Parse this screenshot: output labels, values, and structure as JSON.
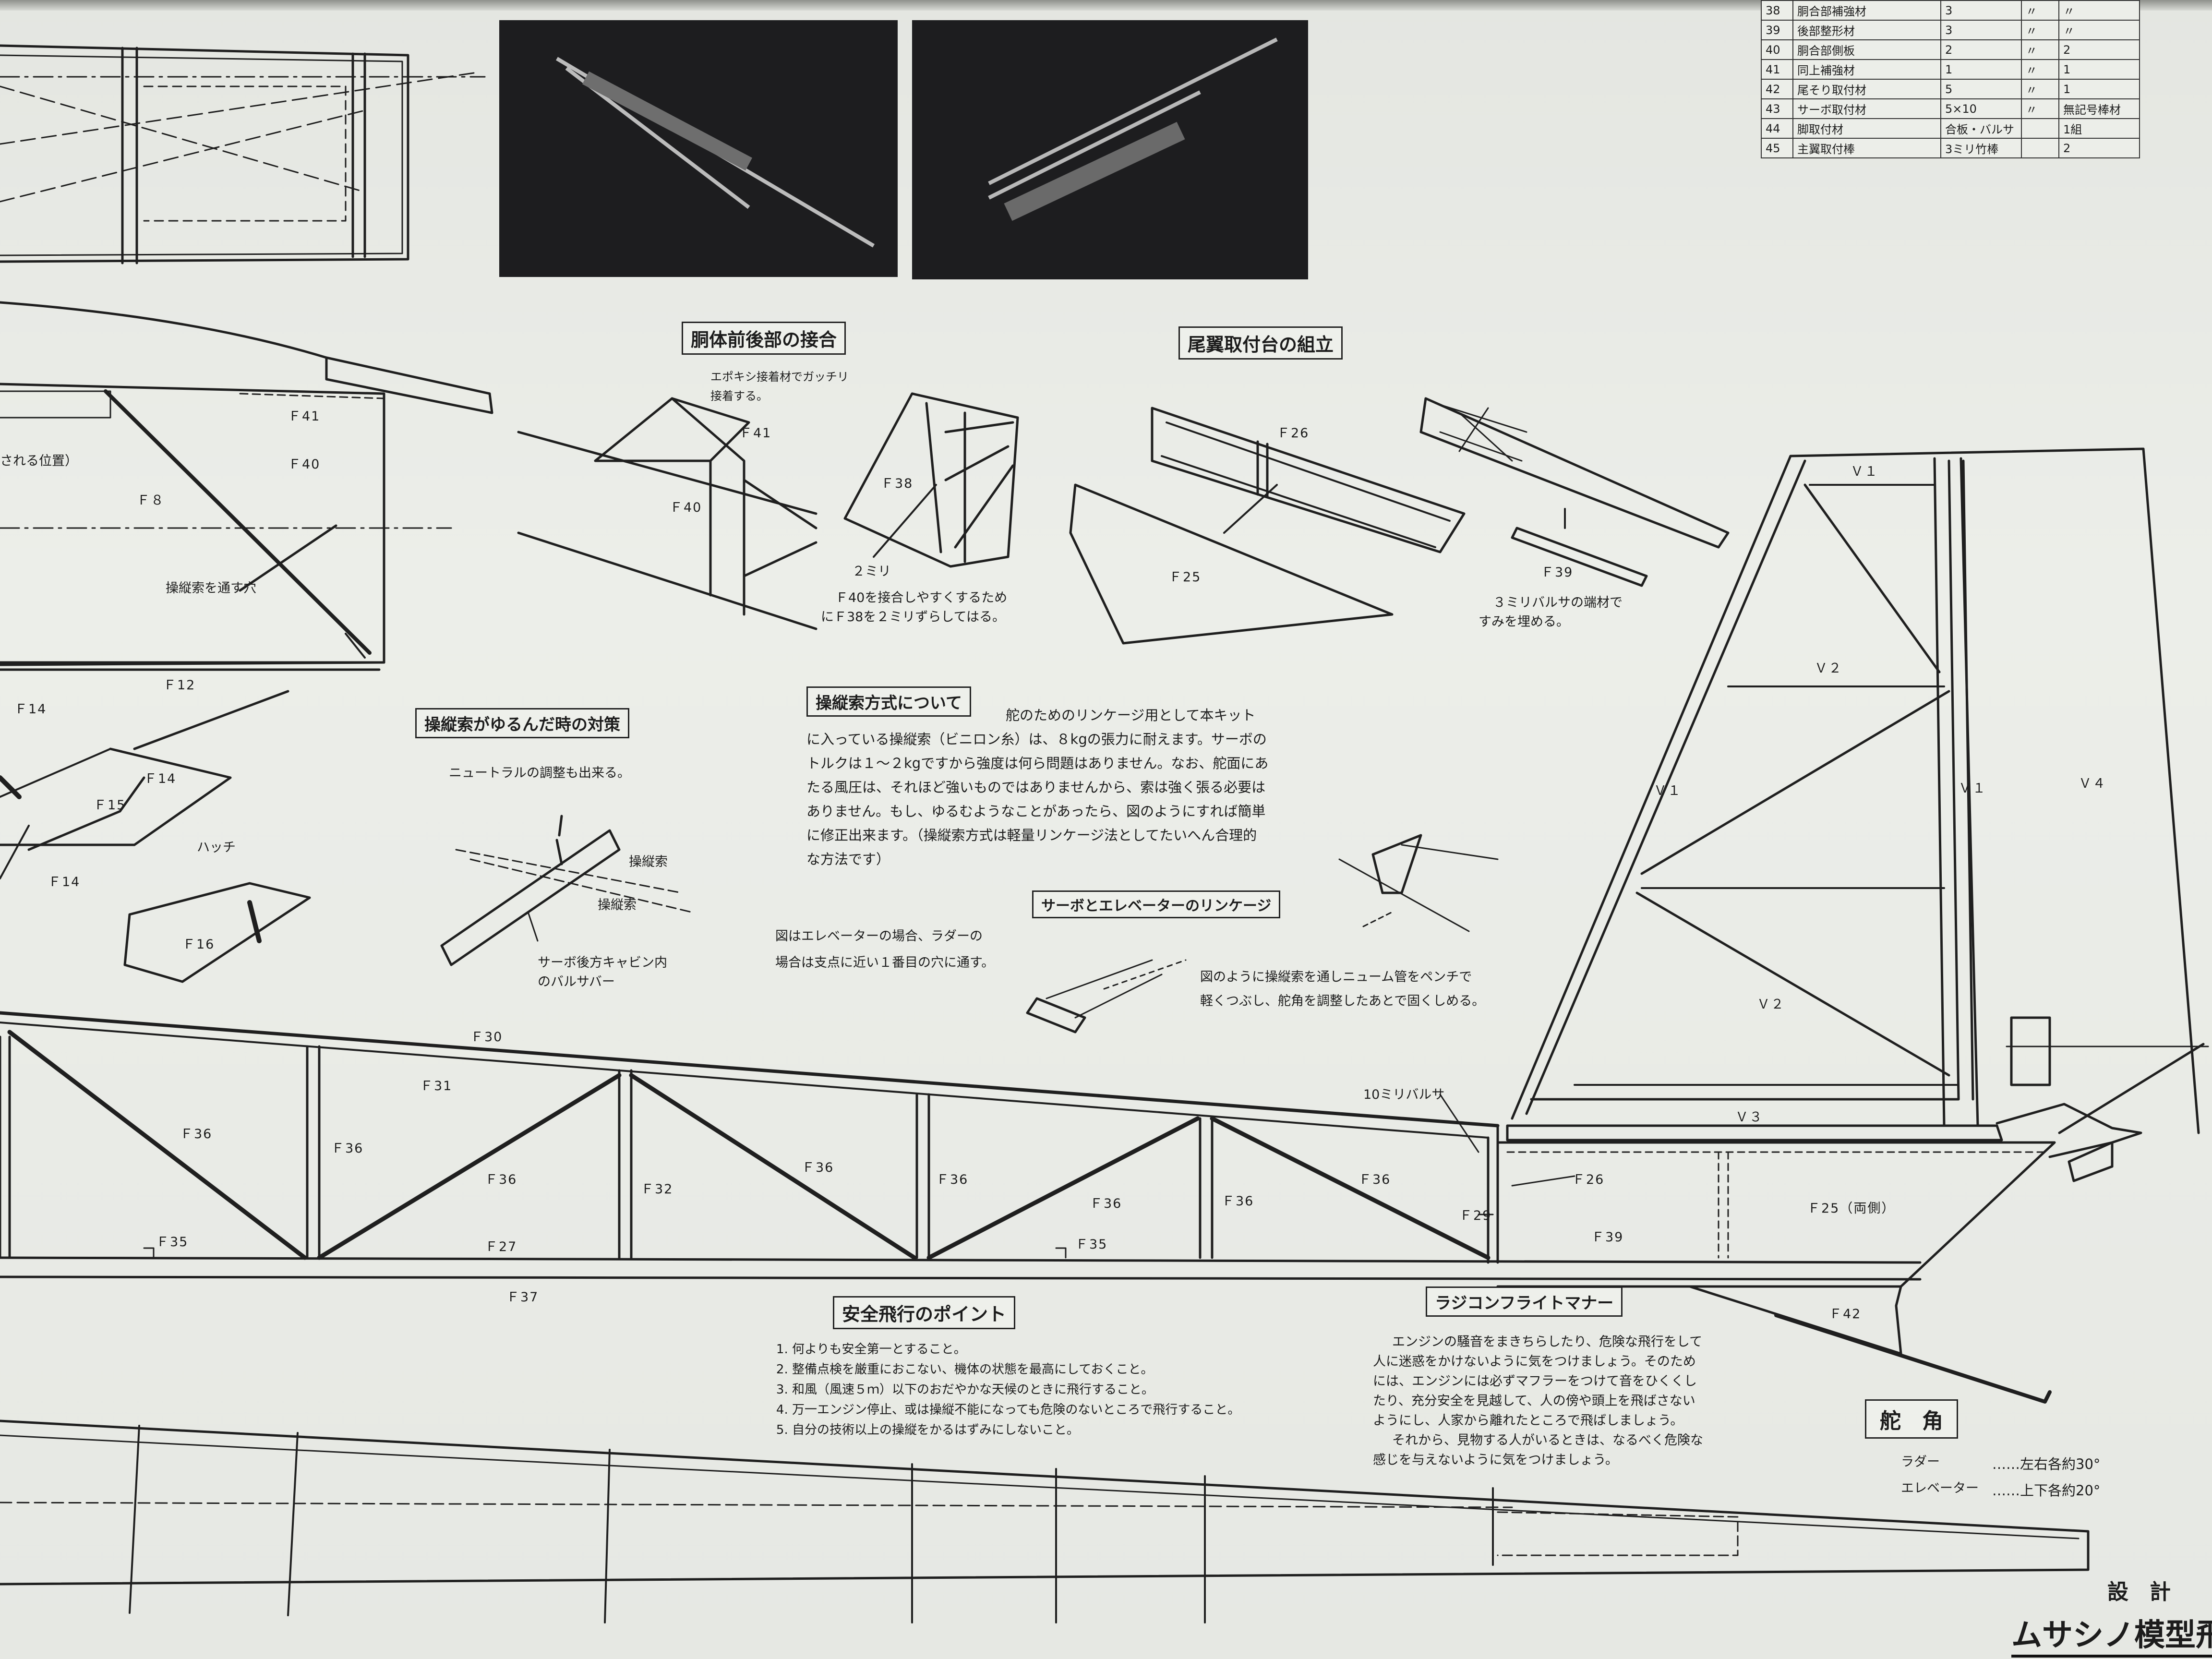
{
  "colors": {
    "paper": "#eceee9",
    "ink": "#1c1c1c",
    "photo_bg": "#1d1d1f"
  },
  "parts_table": [
    {
      "no": "38",
      "name": "胴合部補強材",
      "qty": "3",
      "unit": "〃",
      "count": "〃"
    },
    {
      "no": "39",
      "name": "後部整形材",
      "qty": "3",
      "unit": "〃",
      "count": "〃"
    },
    {
      "no": "40",
      "name": "胴合部側板",
      "qty": "2",
      "unit": "〃",
      "count": "2"
    },
    {
      "no": "41",
      "name": "同上補強材",
      "qty": "1",
      "unit": "〃",
      "count": "1"
    },
    {
      "no": "42",
      "name": "尾そり取付材",
      "qty": "5",
      "unit": "〃",
      "count": "1"
    },
    {
      "no": "43",
      "name": "サーボ取付材",
      "qty": "5×10",
      "unit": "〃",
      "count": "無記号棒材"
    },
    {
      "no": "44",
      "name": "脚取付材",
      "qty": "合板・バルサ",
      "unit": "",
      "count": "1組"
    },
    {
      "no": "45",
      "name": "主翼取付棒",
      "qty": "3ミリ竹棒",
      "unit": "",
      "count": "2"
    }
  ],
  "headings": {
    "joint": "胴体前後部の接合",
    "tail_mount": "尾翼取付台の組立",
    "slack": "操縦索がゆるんだ時の対策",
    "cable_system": "操縦索方式について",
    "servo_linkage": "サーボとエレベーターのリンケージ",
    "safety": "安全飛行のポイント",
    "manners": "ラジコンフライトマナー",
    "control_angle": "舵　角"
  },
  "notes": {
    "epoxy": [
      "エポキシ接着材でガッチリ",
      "接着する。"
    ],
    "f40_offset": [
      "Ｆ40を接合しやすくするため",
      "にＦ38を２ミリずらしてはる。"
    ],
    "fill_balsa": [
      "３ミリバルサの端材で",
      "すみを埋める。"
    ],
    "neutral": "ニュートラルの調整も出来る。",
    "cable_label_1": "操縦索",
    "cable_label_2": "操縦索",
    "servo_balsa": [
      "サーボ後方キャビン内",
      "のバルサバー"
    ],
    "hatch": "ハッチ",
    "hole": "操縦索を通す穴",
    "marked_position": "される位置）",
    "elevator_case": [
      "図はエレベーターの場合、ラダーの",
      "場合は支点に近い１番目の穴に通す。"
    ],
    "nyumu": [
      "図のように操縦索を通しニューム管をペンチで",
      "軽くつぶし、舵角を調整したあとで固くしめる。"
    ],
    "balsa10": "10ミリバルサ",
    "mm2": "２ミリ"
  },
  "cable_text": [
    "舵のためのリンケージ用として本キット",
    "に入っている操縦索（ビニロン糸）は、８kgの張力に耐えます。サーボの",
    "トルクは１～２kgですから強度は何ら問題はありません。なお、舵面にあ",
    "たる風圧は、それほど強いものではありませんから、索は強く張る必要は",
    "ありません。もし、ゆるむようなことがあったら、図のようにすれば簡単",
    "に修正出来ます。（操縦索方式は軽量リンケージ法としてたいへん合理的",
    "な方法です）"
  ],
  "safety_points": [
    "何よりも安全第一とすること。",
    "整備点検を厳重におこない、機体の状態を最高にしておくこと。",
    "和風（風速５ｍ）以下のおだやかな天候のときに飛行すること。",
    "万一エンジン停止、或は操縦不能になっても危険のないところで飛行すること。",
    "自分の技術以上の操縦をかるはずみにしないこと。"
  ],
  "manners_text": [
    "エンジンの騒音をまきちらしたり、危険な飛行をして",
    "人に迷惑をかけないように気をつけましょう。そのため",
    "には、エンジンには必ずマフラーをつけて音をひくくし",
    "たり、充分安全を見越して、人の傍や頭上を飛ばさない",
    "ようにし、人家から離れたところで飛ばしましょう。",
    "それから、見物する人がいるときは、なるべく危険な",
    "感じを与えないように気をつけましょう。"
  ],
  "control_angles": {
    "rudder_label": "ラダー",
    "rudder_value": "……左右各約30°",
    "elevator_label": "エレベーター",
    "elevator_value": "……上下各約20°"
  },
  "part_labels": {
    "f41a": "Ｆ41",
    "f40a": "Ｆ40",
    "f8": "Ｆ８",
    "f12": "Ｆ12",
    "f14a": "Ｆ14",
    "f14b": "Ｆ14",
    "f14c": "Ｆ14",
    "f15": "Ｆ15",
    "f16": "Ｆ16",
    "f41b": "Ｆ41",
    "f40b": "Ｆ40",
    "f38": "Ｆ38",
    "f26a": "Ｆ26",
    "f25a": "Ｆ25",
    "f39a": "Ｆ39",
    "v1a": "Ｖ１",
    "v1b": "Ｖ１",
    "v1c": "Ｖ１",
    "v2a": "Ｖ２",
    "v2b": "Ｖ２",
    "v3": "Ｖ３",
    "v4": "Ｖ４",
    "f30": "Ｆ30",
    "f31": "Ｆ31",
    "f36a": "Ｆ36",
    "f36b": "Ｆ36",
    "f36c": "Ｆ36",
    "f32": "Ｆ32",
    "f36d": "Ｆ36",
    "f36e": "Ｆ36",
    "f36f": "Ｆ36",
    "f36g": "Ｆ36",
    "f36h": "Ｆ36",
    "f35a": "Ｆ35",
    "f27": "Ｆ27",
    "f35b": "Ｆ35",
    "f37": "Ｆ37",
    "f26b": "Ｆ26",
    "f29": "Ｆ29",
    "f39b": "Ｆ39",
    "f25b": "Ｆ25（両側）",
    "f42": "Ｆ42"
  },
  "footer": {
    "design": "設　計",
    "brand": "ムサシノ模型飛行"
  }
}
